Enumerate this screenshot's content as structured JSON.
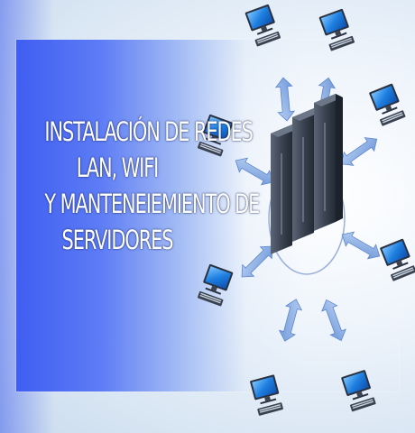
{
  "banner": {
    "title_lines": [
      "INSTALACIÓN DE REDES",
      "LAN, WIFI",
      "Y MANTENEIEMIENTO DE",
      "SERVIDORES"
    ]
  },
  "icons": {
    "server": "server-rack-icon",
    "workstation": "computer-workstation-icon",
    "arrow": "bidirectional-arrow-icon"
  },
  "colors": {
    "panel_blue": "#3f5ef2",
    "screen_blue": "#1e7fe0",
    "server_dark": "#3b4452",
    "arrow_blue": "#8fb2e8",
    "title_text": "#ffffff"
  }
}
